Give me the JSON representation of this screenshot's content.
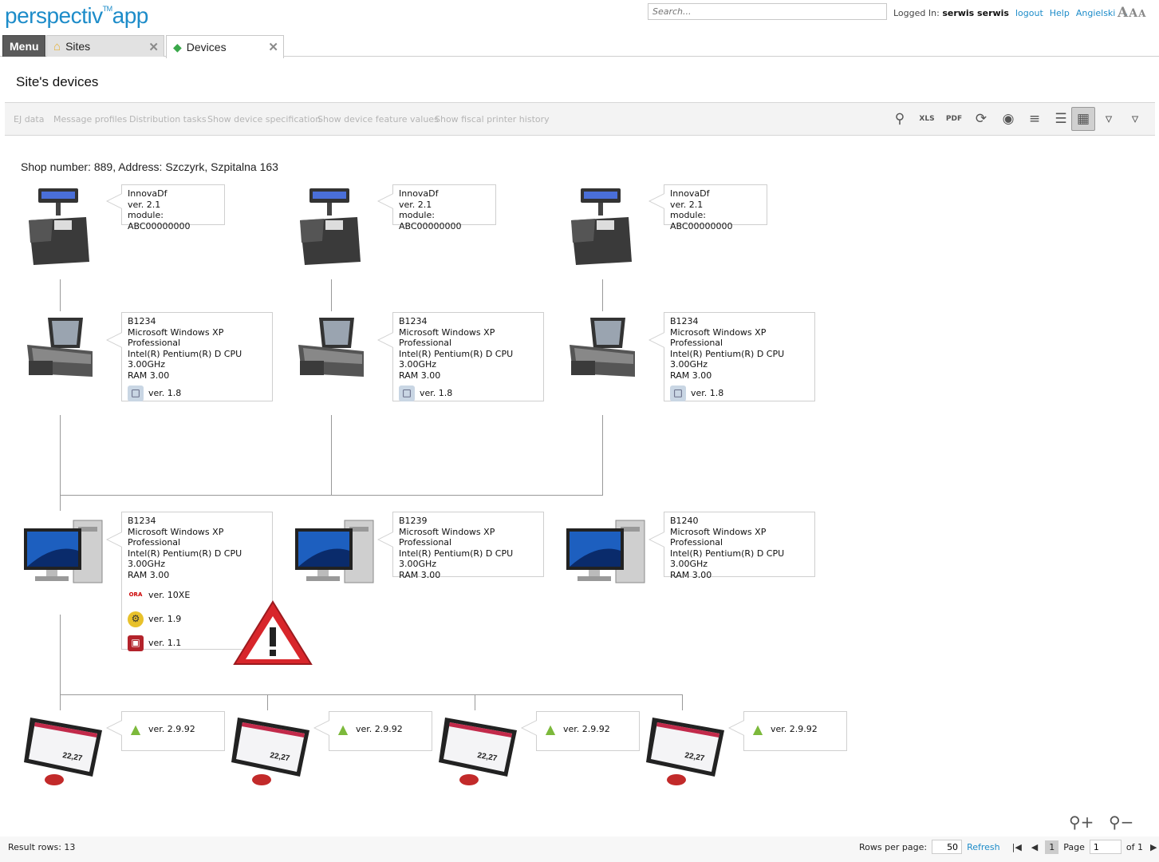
{
  "app": {
    "logo_main": "perspectiv",
    "logo_tm": "TM",
    "logo_app": "app"
  },
  "header": {
    "search_placeholder": "Search...",
    "logged_in_label": "Logged In:",
    "user": "serwis serwis",
    "logout": "logout",
    "help": "Help",
    "language": "Angielski",
    "font_small": "A",
    "font_mid": "A",
    "font_large": "A"
  },
  "tabs": {
    "menu": "Menu",
    "sites": "Sites",
    "devices": "Devices"
  },
  "page": {
    "title": "Site's devices"
  },
  "toolbar": {
    "actions": [
      "EJ data",
      "Message profiles",
      "Distribution tasks",
      "Show device specification",
      "Show device feature values",
      "Show fiscal printer history"
    ]
  },
  "site": {
    "shop_line": "Shop number: 889, Address: Szczyrk, Szpitalna 163"
  },
  "printers": [
    {
      "name": "InnovaDf",
      "ver": "ver. 2.1",
      "module": "module: ABC00000000"
    },
    {
      "name": "InnovaDf",
      "ver": "ver. 2.1",
      "module": "module: ABC00000000"
    },
    {
      "name": "InnovaDf",
      "ver": "ver. 2.1",
      "module": "module: ABC00000000"
    }
  ],
  "pos": [
    {
      "id": "B1234",
      "os": "Microsoft Windows XP Professional",
      "cpu": "Intel(R) Pentium(R) D CPU",
      "ghz": "3.00GHz",
      "ram": "RAM 3.00",
      "sw": "ver. 1.8"
    },
    {
      "id": "B1234",
      "os": "Microsoft Windows XP Professional",
      "cpu": "Intel(R) Pentium(R) D CPU",
      "ghz": "3.00GHz",
      "ram": "RAM 3.00",
      "sw": "ver. 1.8"
    },
    {
      "id": "B1234",
      "os": "Microsoft Windows XP Professional",
      "cpu": "Intel(R) Pentium(R) D CPU",
      "ghz": "3.00GHz",
      "ram": "RAM 3.00",
      "sw": "ver. 1.8"
    }
  ],
  "servers": [
    {
      "id": "B1234",
      "os": "Microsoft Windows XP Professional",
      "cpu": "Intel(R) Pentium(R) D CPU",
      "ghz": "3.00GHz",
      "ram": "RAM 3.00",
      "sw1": "ver. 10XE",
      "sw2": "ver. 1.9",
      "sw3": "ver. 1.1"
    },
    {
      "id": "B1239",
      "os": "Microsoft Windows XP Professional",
      "cpu": "Intel(R) Pentium(R) D CPU",
      "ghz": "3.00GHz",
      "ram": "RAM 3.00"
    },
    {
      "id": "B1240",
      "os": "Microsoft Windows XP Professional",
      "cpu": "Intel(R) Pentium(R) D CPU",
      "ghz": "3.00GHz",
      "ram": "RAM 3.00"
    }
  ],
  "terminals": [
    {
      "ver": "ver. 2.9.92"
    },
    {
      "ver": "ver. 2.9.92"
    },
    {
      "ver": "ver. 2.9.92"
    },
    {
      "ver": "ver. 2.9.92"
    }
  ],
  "terminal_screen": {
    "price": "22,27"
  },
  "footer": {
    "result_rows": "Result rows: 13",
    "rows_per_page_label": "Rows per page:",
    "rows_per_page": "50",
    "refresh": "Refresh",
    "current_page": "1",
    "page_label": "Page",
    "page_input": "1",
    "of_pages": "of 1"
  }
}
